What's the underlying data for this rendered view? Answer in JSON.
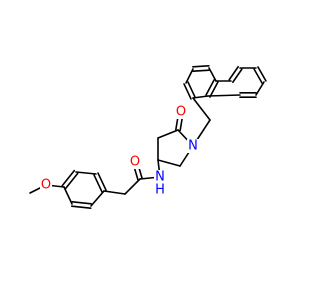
{
  "molecule": {
    "atom_labels": {
      "carbonyl_o_ring": "O",
      "ring_n": "N",
      "amide_nh": "N",
      "amide_h": "H",
      "carbonyl_o_amide": "O",
      "ether_o": "O"
    },
    "colors": {
      "bond": "#000000",
      "oxygen": "#ff0000",
      "nitrogen": "#0000ff"
    }
  }
}
